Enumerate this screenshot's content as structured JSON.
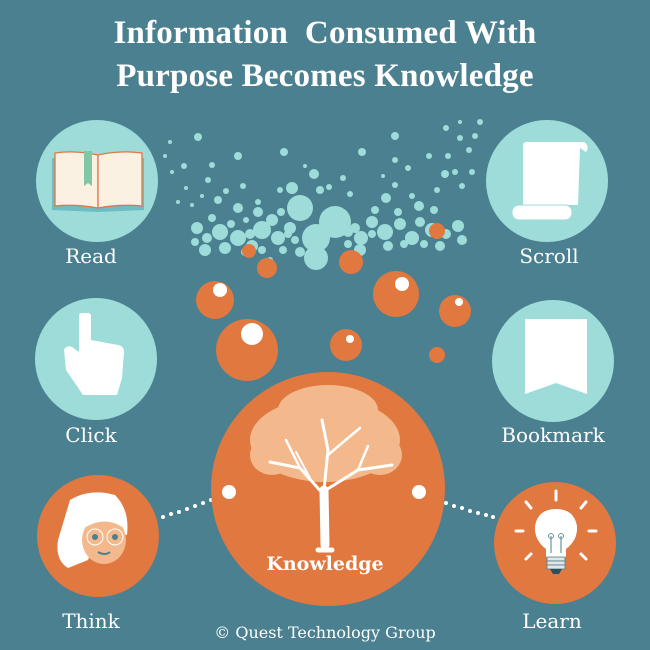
{
  "title": {
    "line1": "Information  Consumed With",
    "line2": "Purpose Becomes Knowledge"
  },
  "items": [
    {
      "label": "Read",
      "icon": "open-book-icon"
    },
    {
      "label": "Scroll",
      "icon": "scroll-icon"
    },
    {
      "label": "Click",
      "icon": "pointing-hand-icon"
    },
    {
      "label": "Bookmark",
      "icon": "bookmark-icon"
    },
    {
      "label": "Think",
      "icon": "woman-face-icon"
    },
    {
      "label": "Learn",
      "icon": "lightbulb-icon"
    }
  ],
  "center": {
    "label": "Knowledge",
    "icon": "tree-icon"
  },
  "footer": "© Quest Technology Group",
  "colors": {
    "background": "#4a808f",
    "light_circle": "#9edcd9",
    "orange": "#e07840",
    "white": "#ffffff"
  }
}
